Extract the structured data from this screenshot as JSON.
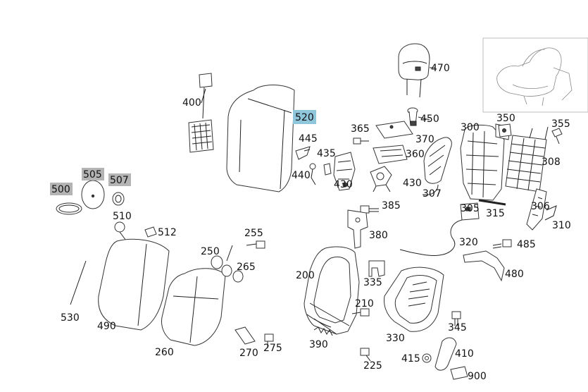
{
  "labels": [
    {
      "id": "470",
      "text": "470"
    },
    {
      "id": "400",
      "text": "400"
    },
    {
      "id": "520",
      "text": "520"
    },
    {
      "id": "450",
      "text": "450"
    },
    {
      "id": "350",
      "text": "350"
    },
    {
      "id": "355",
      "text": "355"
    },
    {
      "id": "365",
      "text": "365"
    },
    {
      "id": "370",
      "text": "370"
    },
    {
      "id": "300",
      "text": "300"
    },
    {
      "id": "445",
      "text": "445"
    },
    {
      "id": "435",
      "text": "435"
    },
    {
      "id": "360",
      "text": "360"
    },
    {
      "id": "308",
      "text": "308"
    },
    {
      "id": "440",
      "text": "440"
    },
    {
      "id": "430a",
      "text": "430"
    },
    {
      "id": "430b",
      "text": "430"
    },
    {
      "id": "307",
      "text": "307"
    },
    {
      "id": "505",
      "text": "505"
    },
    {
      "id": "507",
      "text": "507"
    },
    {
      "id": "500",
      "text": "500"
    },
    {
      "id": "385",
      "text": "385"
    },
    {
      "id": "305",
      "text": "305"
    },
    {
      "id": "306",
      "text": "306"
    },
    {
      "id": "315",
      "text": "315"
    },
    {
      "id": "510",
      "text": "510"
    },
    {
      "id": "310",
      "text": "310"
    },
    {
      "id": "512",
      "text": "512"
    },
    {
      "id": "255",
      "text": "255"
    },
    {
      "id": "380",
      "text": "380"
    },
    {
      "id": "320",
      "text": "320"
    },
    {
      "id": "485",
      "text": "485"
    },
    {
      "id": "250",
      "text": "250"
    },
    {
      "id": "265",
      "text": "265"
    },
    {
      "id": "200",
      "text": "200"
    },
    {
      "id": "335",
      "text": "335"
    },
    {
      "id": "480",
      "text": "480"
    },
    {
      "id": "530",
      "text": "530"
    },
    {
      "id": "210",
      "text": "210"
    },
    {
      "id": "490",
      "text": "490"
    },
    {
      "id": "345",
      "text": "345"
    },
    {
      "id": "330",
      "text": "330"
    },
    {
      "id": "390",
      "text": "390"
    },
    {
      "id": "270",
      "text": "270"
    },
    {
      "id": "275",
      "text": "275"
    },
    {
      "id": "260",
      "text": "260"
    },
    {
      "id": "410",
      "text": "410"
    },
    {
      "id": "415",
      "text": "415"
    },
    {
      "id": "225",
      "text": "225"
    },
    {
      "id": "900",
      "text": "900"
    }
  ],
  "highlight_colors": {
    "gray": "#b4b4b4",
    "blue": "#8fc6db"
  }
}
